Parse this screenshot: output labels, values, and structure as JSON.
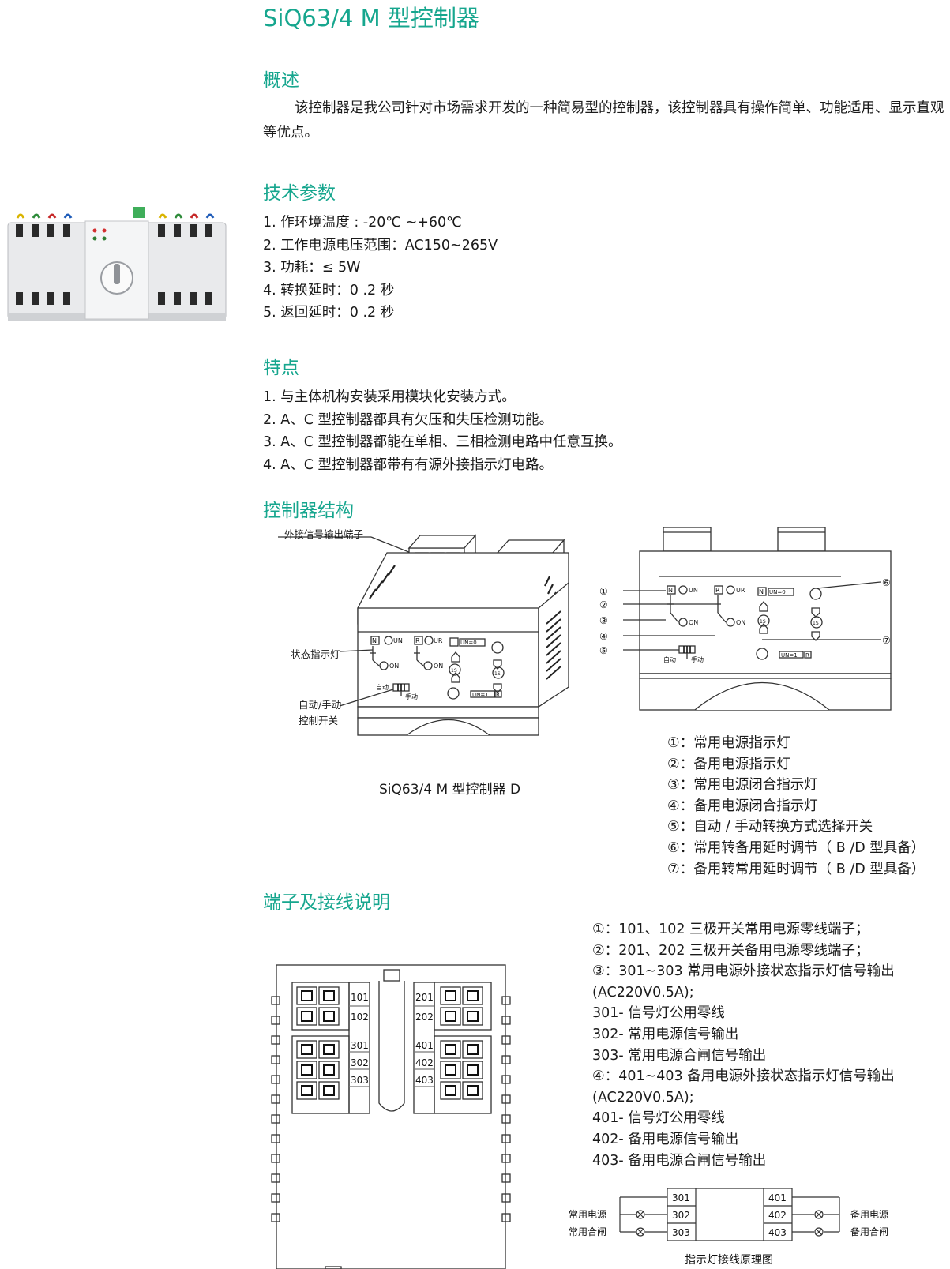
{
  "title": "SiQ63/4 M 型控制器",
  "overview": {
    "heading": "概述",
    "text": "该控制器是我公司针对市场需求开发的一种简易型的控制器，该控制器具有操作简单、功能适用、显示直观等优点。"
  },
  "tech": {
    "heading": "技术参数",
    "items": [
      "1. 作环境温度 : -20℃ ~+60℃",
      "2. 工作电源电压范围：AC150~265V",
      "3. 功耗：≤ 5W",
      "4. 转换延时：0 .2 秒",
      "5. 返回延时：0 .2 秒"
    ]
  },
  "features": {
    "heading": "特点",
    "items": [
      "1. 与主体机构安装采用模块化安装方式。",
      "2. A、C 型控制器都具有欠压和失压检测功能。",
      "3. A、C 型控制器都能在单相、三相检测电路中任意互换。",
      "4. A、C 型控制器都带有有源外接指示灯电路。"
    ]
  },
  "structure": {
    "heading": "控制器结构",
    "callouts": {
      "terminal": "外接信号输出端子",
      "status_led": "状态指示灯",
      "switch_l1": "自动/手动",
      "switch_l2": "控制开关"
    },
    "caption": "SiQ63/4  M 型控制器 D",
    "panel_labels": {
      "n": "N",
      "r": "R",
      "un": "UN",
      "ur": "UR",
      "on": "ON",
      "un0": "UN=0",
      "un1": "UN=1",
      "one_s": "1S",
      "auto": "自动",
      "manual": "手动"
    },
    "markers": [
      "①",
      "②",
      "③",
      "④",
      "⑤",
      "⑥",
      "⑦"
    ],
    "legend": [
      "①：常用电源指示灯",
      "②：备用电源指示灯",
      "③：常用电源闭合指示灯",
      "④：备用电源闭合指示灯",
      "⑤：自动 / 手动转换方式选择开关",
      "⑥：常用转备用延时调节（ B /D 型具备）",
      "⑦：备用转常用延时调节（ B /D 型具备）"
    ]
  },
  "terminals": {
    "heading": "端子及接线说明",
    "left_labels": [
      "101",
      "102",
      "301",
      "302",
      "303"
    ],
    "right_labels": [
      "201",
      "202",
      "401",
      "402",
      "403"
    ],
    "lines": [
      "①：101、102 三极开关常用电源零线端子；",
      "②：201、202 三极开关备用电源零线端子；",
      "③：301~303 常用电源外接状态指示灯信号输出",
      "(AC220V0.5A);",
      "301- 信号灯公用零线",
      "302- 常用电源信号输出",
      "303- 常用电源合闸信号输出",
      "④：401~403 备用电源外接状态指示灯信号输出",
      "(AC220V0.5A);",
      "401- 信号灯公用零线",
      "402- 备用电源信号输出",
      "403- 备用电源合闸信号输出"
    ],
    "wiring": {
      "left_top": "常用电源",
      "left_bottom": "常用合闸",
      "right_top": "备用电源",
      "right_bottom": "备用合闸",
      "left_terms": [
        "301",
        "302",
        "303"
      ],
      "right_terms": [
        "401",
        "402",
        "403"
      ],
      "caption": "指示灯接线原理图"
    }
  },
  "colors": {
    "accent": "#16a68e",
    "text": "#1a1a1a",
    "line": "#333333"
  }
}
